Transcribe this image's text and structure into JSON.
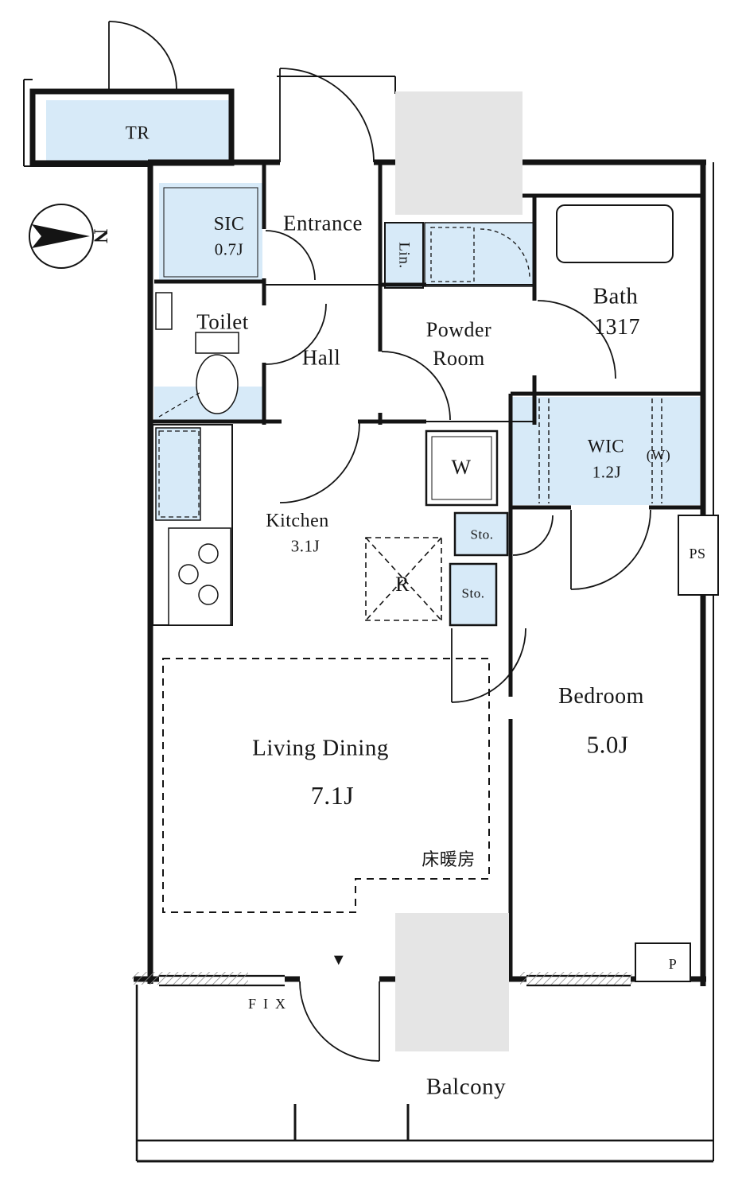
{
  "meta": {
    "type": "apartment-floor-plan"
  },
  "colors": {
    "room_fill": "#d7eaf8",
    "shaft_fill": "#e5e5e5",
    "wall": "#141414"
  },
  "compass": {
    "north": "N"
  },
  "rooms": {
    "tr": {
      "label": "TR"
    },
    "sic": {
      "label": "SIC",
      "size": "0.7J"
    },
    "entrance": {
      "label": "Entrance"
    },
    "toilet": {
      "label": "Toilet"
    },
    "hall": {
      "label": "Hall"
    },
    "powder_room": {
      "label_line1": "Powder",
      "label_line2": "Room"
    },
    "linen": {
      "label": "Lin."
    },
    "bath": {
      "label": "Bath",
      "size": "1317"
    },
    "wic": {
      "label": "WIC",
      "size": "1.2J",
      "washer_mark": "(W)"
    },
    "washing_machine": {
      "label": "W"
    },
    "kitchen": {
      "label": "Kitchen",
      "size": "3.1J"
    },
    "refrigerator": {
      "label": "R"
    },
    "storage1": {
      "label": "Sto."
    },
    "storage2": {
      "label": "Sto."
    },
    "pipe_space": {
      "label": "PS"
    },
    "bedroom": {
      "label": "Bedroom",
      "size": "5.0J"
    },
    "living_dining": {
      "label": "Living Dining",
      "size": "7.1J"
    },
    "floor_heating": {
      "label": "床暖房"
    },
    "balcony": {
      "label": "Balcony"
    },
    "pipe": {
      "label": "P"
    }
  },
  "annotations": {
    "fix_window": "FIX",
    "entrance_marker": "▼"
  }
}
